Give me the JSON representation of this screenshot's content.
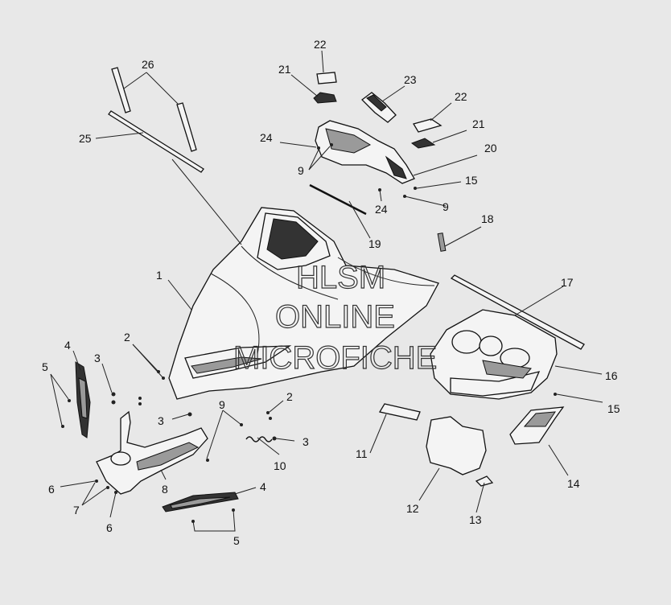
{
  "diagram": {
    "callouts": [
      {
        "id": "c1",
        "label": "1"
      },
      {
        "id": "c2a",
        "label": "2"
      },
      {
        "id": "c2b",
        "label": "2"
      },
      {
        "id": "c3a",
        "label": "3"
      },
      {
        "id": "c3b",
        "label": "3"
      },
      {
        "id": "c3c",
        "label": "3"
      },
      {
        "id": "c4a",
        "label": "4"
      },
      {
        "id": "c4b",
        "label": "4"
      },
      {
        "id": "c5a",
        "label": "5"
      },
      {
        "id": "c5b",
        "label": "5"
      },
      {
        "id": "c6a",
        "label": "6"
      },
      {
        "id": "c6b",
        "label": "6"
      },
      {
        "id": "c7",
        "label": "7"
      },
      {
        "id": "c8",
        "label": "8"
      },
      {
        "id": "c9a",
        "label": "9"
      },
      {
        "id": "c9b",
        "label": "9"
      },
      {
        "id": "c9c",
        "label": "9"
      },
      {
        "id": "c10",
        "label": "10"
      },
      {
        "id": "c11",
        "label": "11"
      },
      {
        "id": "c12",
        "label": "12"
      },
      {
        "id": "c13",
        "label": "13"
      },
      {
        "id": "c14",
        "label": "14"
      },
      {
        "id": "c15a",
        "label": "15"
      },
      {
        "id": "c15b",
        "label": "15"
      },
      {
        "id": "c16",
        "label": "16"
      },
      {
        "id": "c17",
        "label": "17"
      },
      {
        "id": "c18",
        "label": "18"
      },
      {
        "id": "c19",
        "label": "19"
      },
      {
        "id": "c20",
        "label": "20"
      },
      {
        "id": "c21a",
        "label": "21"
      },
      {
        "id": "c21b",
        "label": "21"
      },
      {
        "id": "c22a",
        "label": "22"
      },
      {
        "id": "c22b",
        "label": "22"
      },
      {
        "id": "c23",
        "label": "23"
      },
      {
        "id": "c24a",
        "label": "24"
      },
      {
        "id": "c24b",
        "label": "24"
      },
      {
        "id": "c25",
        "label": "25"
      },
      {
        "id": "c26",
        "label": "26"
      }
    ]
  },
  "watermark": {
    "line1": "HLSM",
    "line2": "ONLINE",
    "line3": "MICROFICHE"
  },
  "colors": {
    "background": "#e8e8e8",
    "line": "#111111"
  }
}
